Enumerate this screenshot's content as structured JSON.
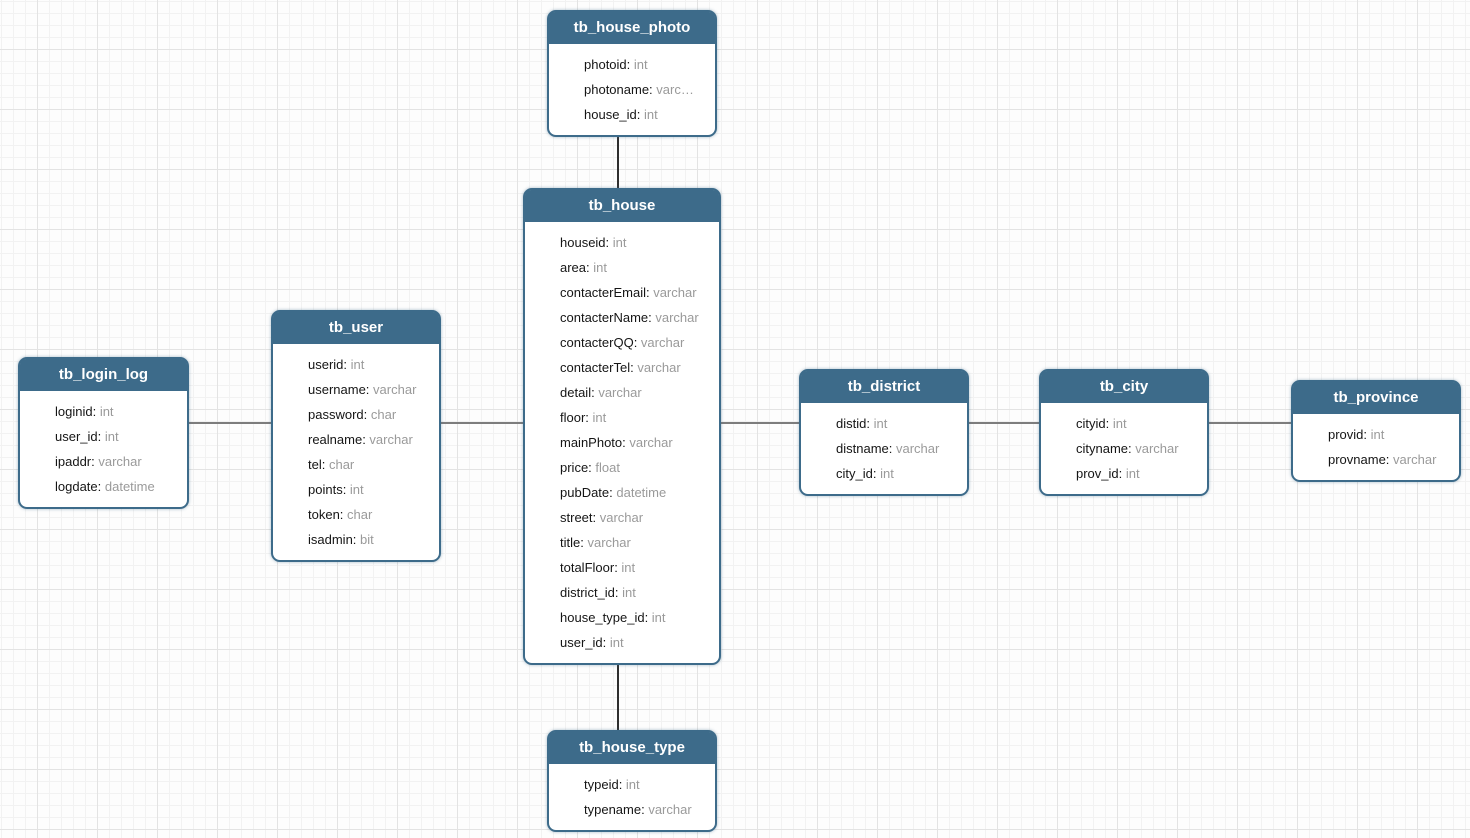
{
  "diagram": {
    "colors": {
      "header": "#3d6b8a",
      "border": "#3d6b8a",
      "field_name": "#151515",
      "field_type": "#9a9a9a",
      "horizontal_connector": "#7d7d7d",
      "vertical_connector": "#2f2f2f"
    },
    "connectors": [
      {
        "id": "c-main-h",
        "from": "tb_login_log",
        "to": "tb_province",
        "via": [
          "tb_user",
          "tb_house",
          "tb_district",
          "tb_city"
        ],
        "orientation": "horizontal"
      },
      {
        "id": "c-photo-house",
        "from": "tb_house_photo",
        "to": "tb_house",
        "orientation": "vertical"
      },
      {
        "id": "c-house-type",
        "from": "tb_house",
        "to": "tb_house_type",
        "orientation": "vertical"
      }
    ],
    "tables": [
      {
        "id": "tb_house_photo",
        "title": "tb_house_photo",
        "fields": [
          {
            "name": "photoid",
            "type": "int"
          },
          {
            "name": "photoname",
            "type": "varc…"
          },
          {
            "name": "house_id",
            "type": "int"
          }
        ]
      },
      {
        "id": "tb_house",
        "title": "tb_house",
        "fields": [
          {
            "name": "houseid",
            "type": "int"
          },
          {
            "name": "area",
            "type": "int"
          },
          {
            "name": "contacterEmail",
            "type": "varchar"
          },
          {
            "name": "contacterName",
            "type": "varchar"
          },
          {
            "name": "contacterQQ",
            "type": "varchar"
          },
          {
            "name": "contacterTel",
            "type": "varchar"
          },
          {
            "name": "detail",
            "type": "varchar"
          },
          {
            "name": "floor",
            "type": "int"
          },
          {
            "name": "mainPhoto",
            "type": "varchar"
          },
          {
            "name": "price",
            "type": "float"
          },
          {
            "name": "pubDate",
            "type": "datetime"
          },
          {
            "name": "street",
            "type": "varchar"
          },
          {
            "name": "title",
            "type": "varchar"
          },
          {
            "name": "totalFloor",
            "type": "int"
          },
          {
            "name": "district_id",
            "type": "int"
          },
          {
            "name": "house_type_id",
            "type": "int"
          },
          {
            "name": "user_id",
            "type": "int"
          }
        ]
      },
      {
        "id": "tb_user",
        "title": "tb_user",
        "fields": [
          {
            "name": "userid",
            "type": "int"
          },
          {
            "name": "username",
            "type": "varchar"
          },
          {
            "name": "password",
            "type": "char"
          },
          {
            "name": "realname",
            "type": "varchar"
          },
          {
            "name": "tel",
            "type": "char"
          },
          {
            "name": "points",
            "type": "int"
          },
          {
            "name": "token",
            "type": "char"
          },
          {
            "name": "isadmin",
            "type": "bit"
          }
        ]
      },
      {
        "id": "tb_login_log",
        "title": "tb_login_log",
        "fields": [
          {
            "name": "loginid",
            "type": "int"
          },
          {
            "name": "user_id",
            "type": "int"
          },
          {
            "name": "ipaddr",
            "type": "varchar"
          },
          {
            "name": "logdate",
            "type": "datetime"
          }
        ]
      },
      {
        "id": "tb_district",
        "title": "tb_district",
        "fields": [
          {
            "name": "distid",
            "type": "int"
          },
          {
            "name": "distname",
            "type": "varchar"
          },
          {
            "name": "city_id",
            "type": "int"
          }
        ]
      },
      {
        "id": "tb_city",
        "title": "tb_city",
        "fields": [
          {
            "name": "cityid",
            "type": "int"
          },
          {
            "name": "cityname",
            "type": "varchar"
          },
          {
            "name": "prov_id",
            "type": "int"
          }
        ]
      },
      {
        "id": "tb_province",
        "title": "tb_province",
        "fields": [
          {
            "name": "provid",
            "type": "int"
          },
          {
            "name": "provname",
            "type": "varchar"
          }
        ]
      },
      {
        "id": "tb_house_type",
        "title": "tb_house_type",
        "fields": [
          {
            "name": "typeid",
            "type": "int"
          },
          {
            "name": "typename",
            "type": "varchar"
          }
        ]
      }
    ]
  }
}
